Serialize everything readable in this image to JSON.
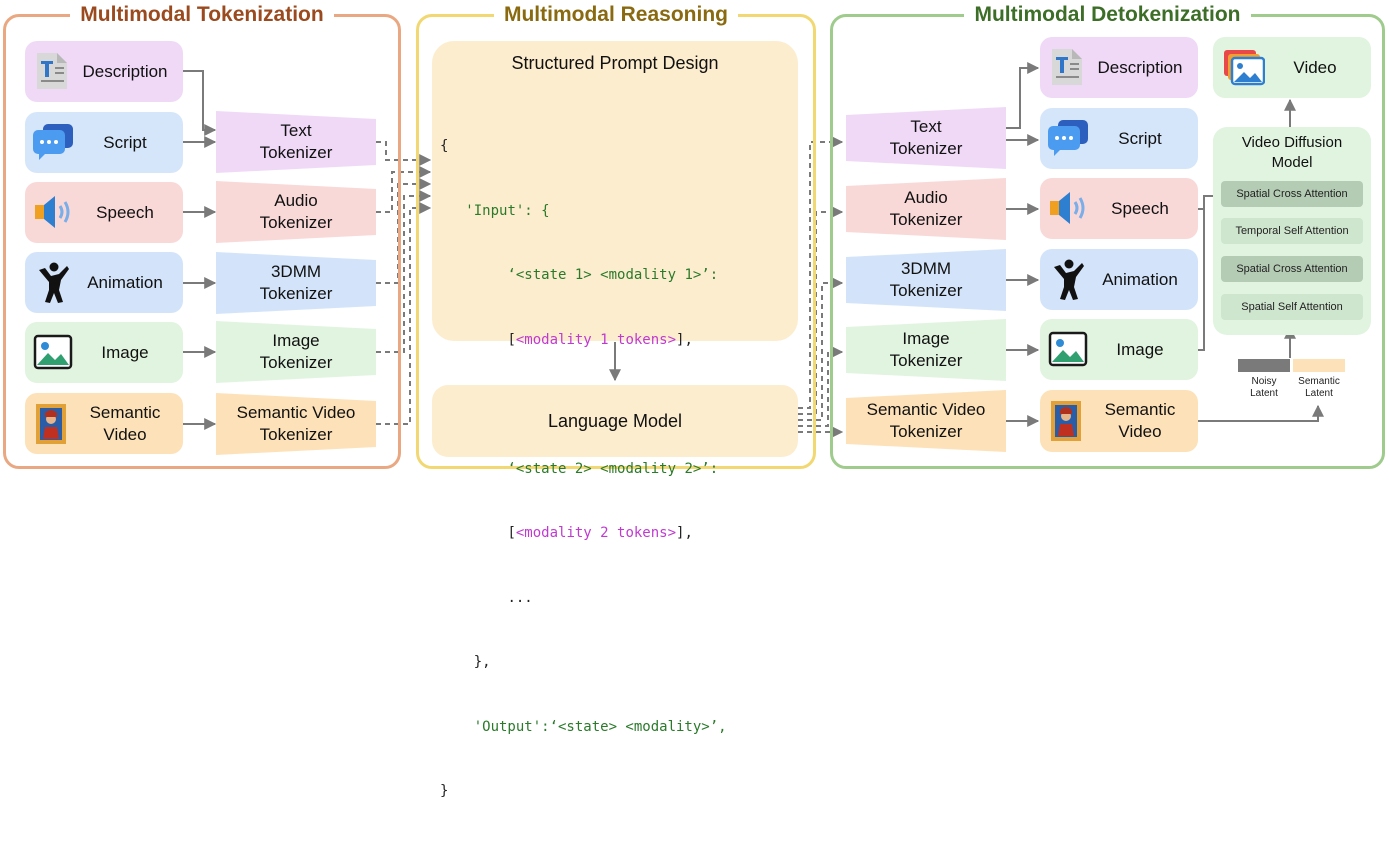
{
  "panels": {
    "tokenization": "Multimodal Tokenization",
    "reasoning": "Multimodal Reasoning",
    "detokenization": "Multimodal Detokenization"
  },
  "inputs": [
    "Description",
    "Script",
    "Speech",
    "Animation",
    "Image",
    "Semantic Video"
  ],
  "tokenizers": [
    "Text Tokenizer",
    "Audio Tokenizer",
    "3DMM Tokenizer",
    "Image Tokenizer",
    "Semantic Video Tokenizer"
  ],
  "reasoning": {
    "prompt_title": "Structured Prompt Design",
    "language_model": "Language Model",
    "code": {
      "open_brace": "{",
      "input_key": "'Input': {",
      "state1": "‘<state 1> <modality 1>’:",
      "tokens1_open": "[",
      "tokens1": "<modality 1 tokens>",
      "tokens1_close": "],",
      "state2": "‘<state 2> <modality 2>’:",
      "tokens2_open": "[",
      "tokens2": "<modality 2 tokens>",
      "tokens2_close": "],",
      "ellipsis": "...",
      "input_close": "},",
      "output": "'Output':‘<state> <modality>’,",
      "close_brace": "}"
    }
  },
  "outputs": [
    "Description",
    "Script",
    "Speech",
    "Animation",
    "Image",
    "Semantic Video"
  ],
  "video": {
    "label": "Video",
    "diffusion_title": "Video Diffusion Model",
    "layers": [
      "Spatial Cross Attention",
      "Temporal Self Attention",
      "Spatial Cross Attention",
      "Spatial Self Attention"
    ],
    "noisy_latent": "Noisy Latent",
    "semantic_latent": "Semantic Latent"
  },
  "colors": {
    "purple": "#f0d9f7",
    "blue": "#d6e6fa",
    "red": "#f9d8d8",
    "blue2": "#d3e4fa",
    "green": "#e1f4e0",
    "orange": "#fde1b8",
    "cream": "#fdedcf",
    "tok_panel": "#e9a882",
    "reason_panel": "#f2d873",
    "detok_panel": "#9fcb8c"
  }
}
